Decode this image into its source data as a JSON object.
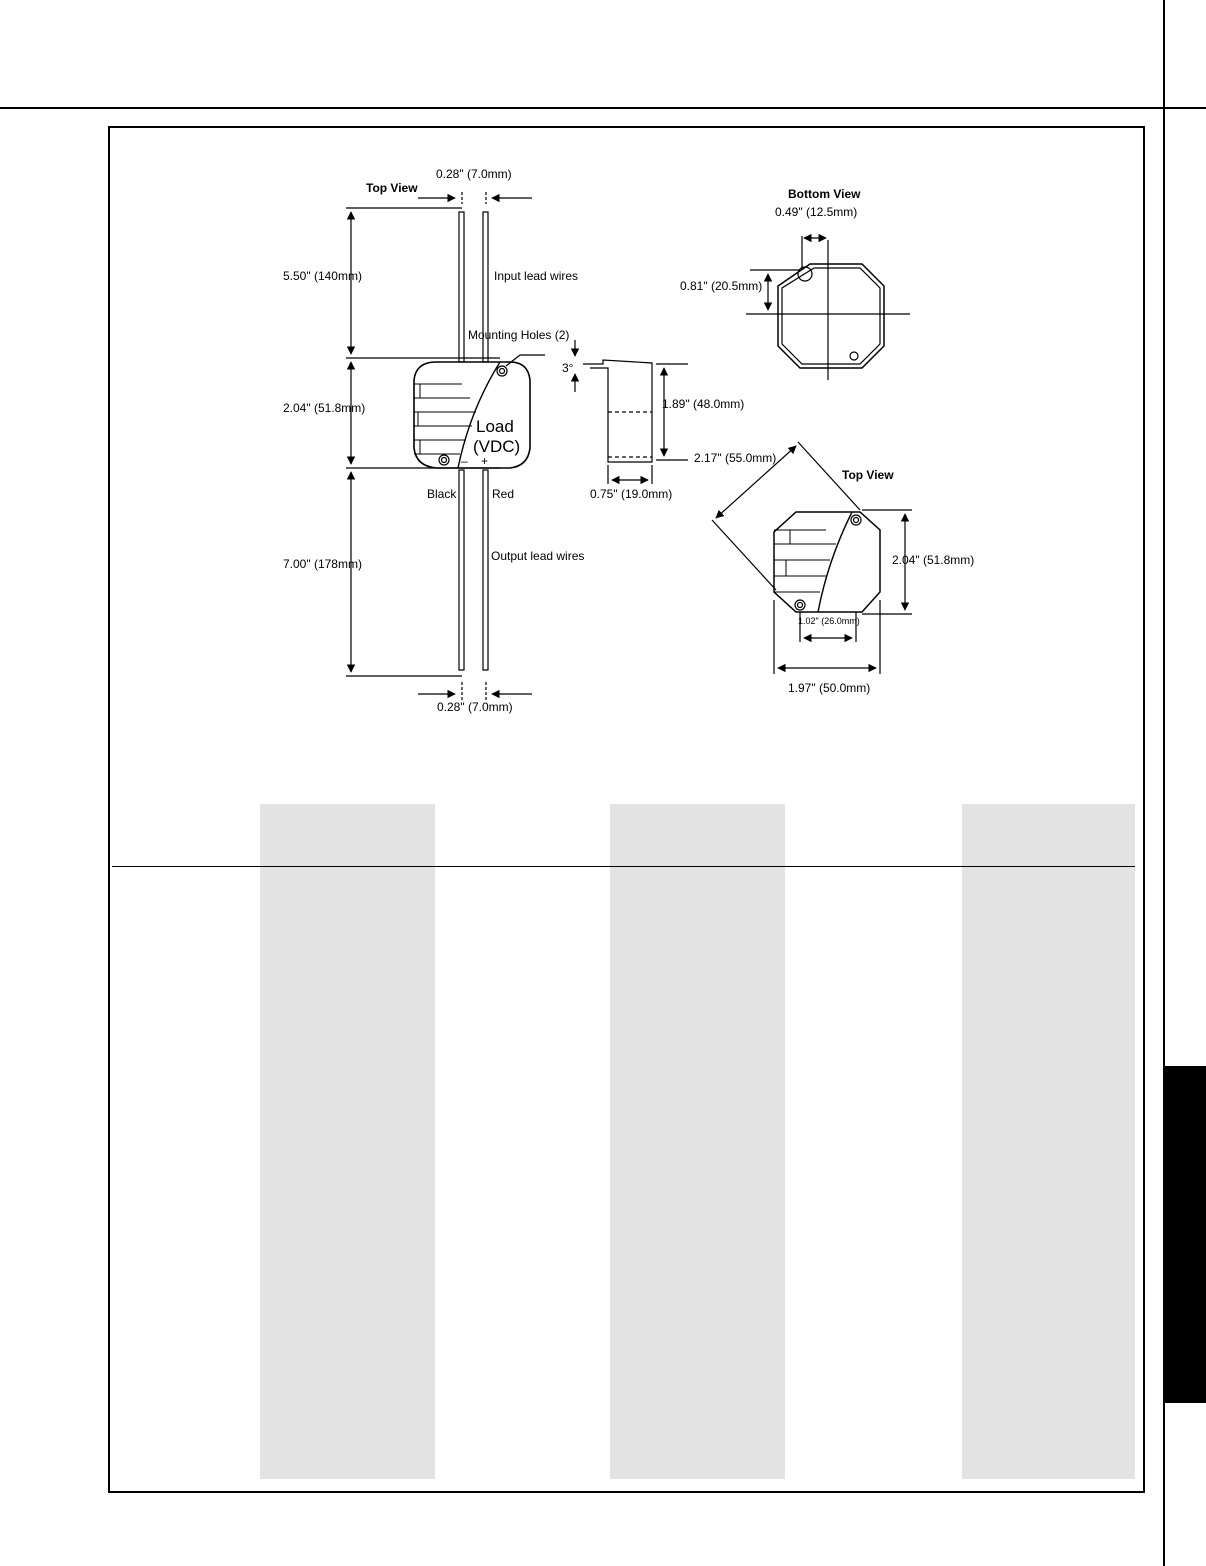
{
  "drawing": {
    "top_view_left": {
      "title": "Top View",
      "lead_spacing_top": "0.28\" (7.0mm)",
      "input_length": "5.50\" (140mm)",
      "input_label": "Input lead wires",
      "body_height": "2.04\" (51.8mm)",
      "mounting_holes": "Mounting  Holes (2)",
      "load_line1": "Load",
      "load_line2": "(VDC)",
      "minus": "–",
      "plus": "+",
      "black": "Black",
      "red": "Red",
      "output_length": "7.00\" (178mm)",
      "output_label": "Output lead wires",
      "lead_spacing_bottom": "0.28\" (7.0mm)"
    },
    "side_view": {
      "angle": "3°",
      "height": "1.89\" (48.0mm)",
      "thickness": "0.75\" (19.0mm)"
    },
    "bottom_view": {
      "title": "Bottom View",
      "offset_x": "0.49\" (12.5mm)",
      "offset_y": "0.81\" (20.5mm)"
    },
    "top_view_right": {
      "title": "Top View",
      "diagonal": "2.17\" (55.0mm)",
      "height": "2.04\" (51.8mm)",
      "hole_spacing": "1.02\" (26.0mm)",
      "width": "1.97\" (50.0mm)"
    }
  }
}
